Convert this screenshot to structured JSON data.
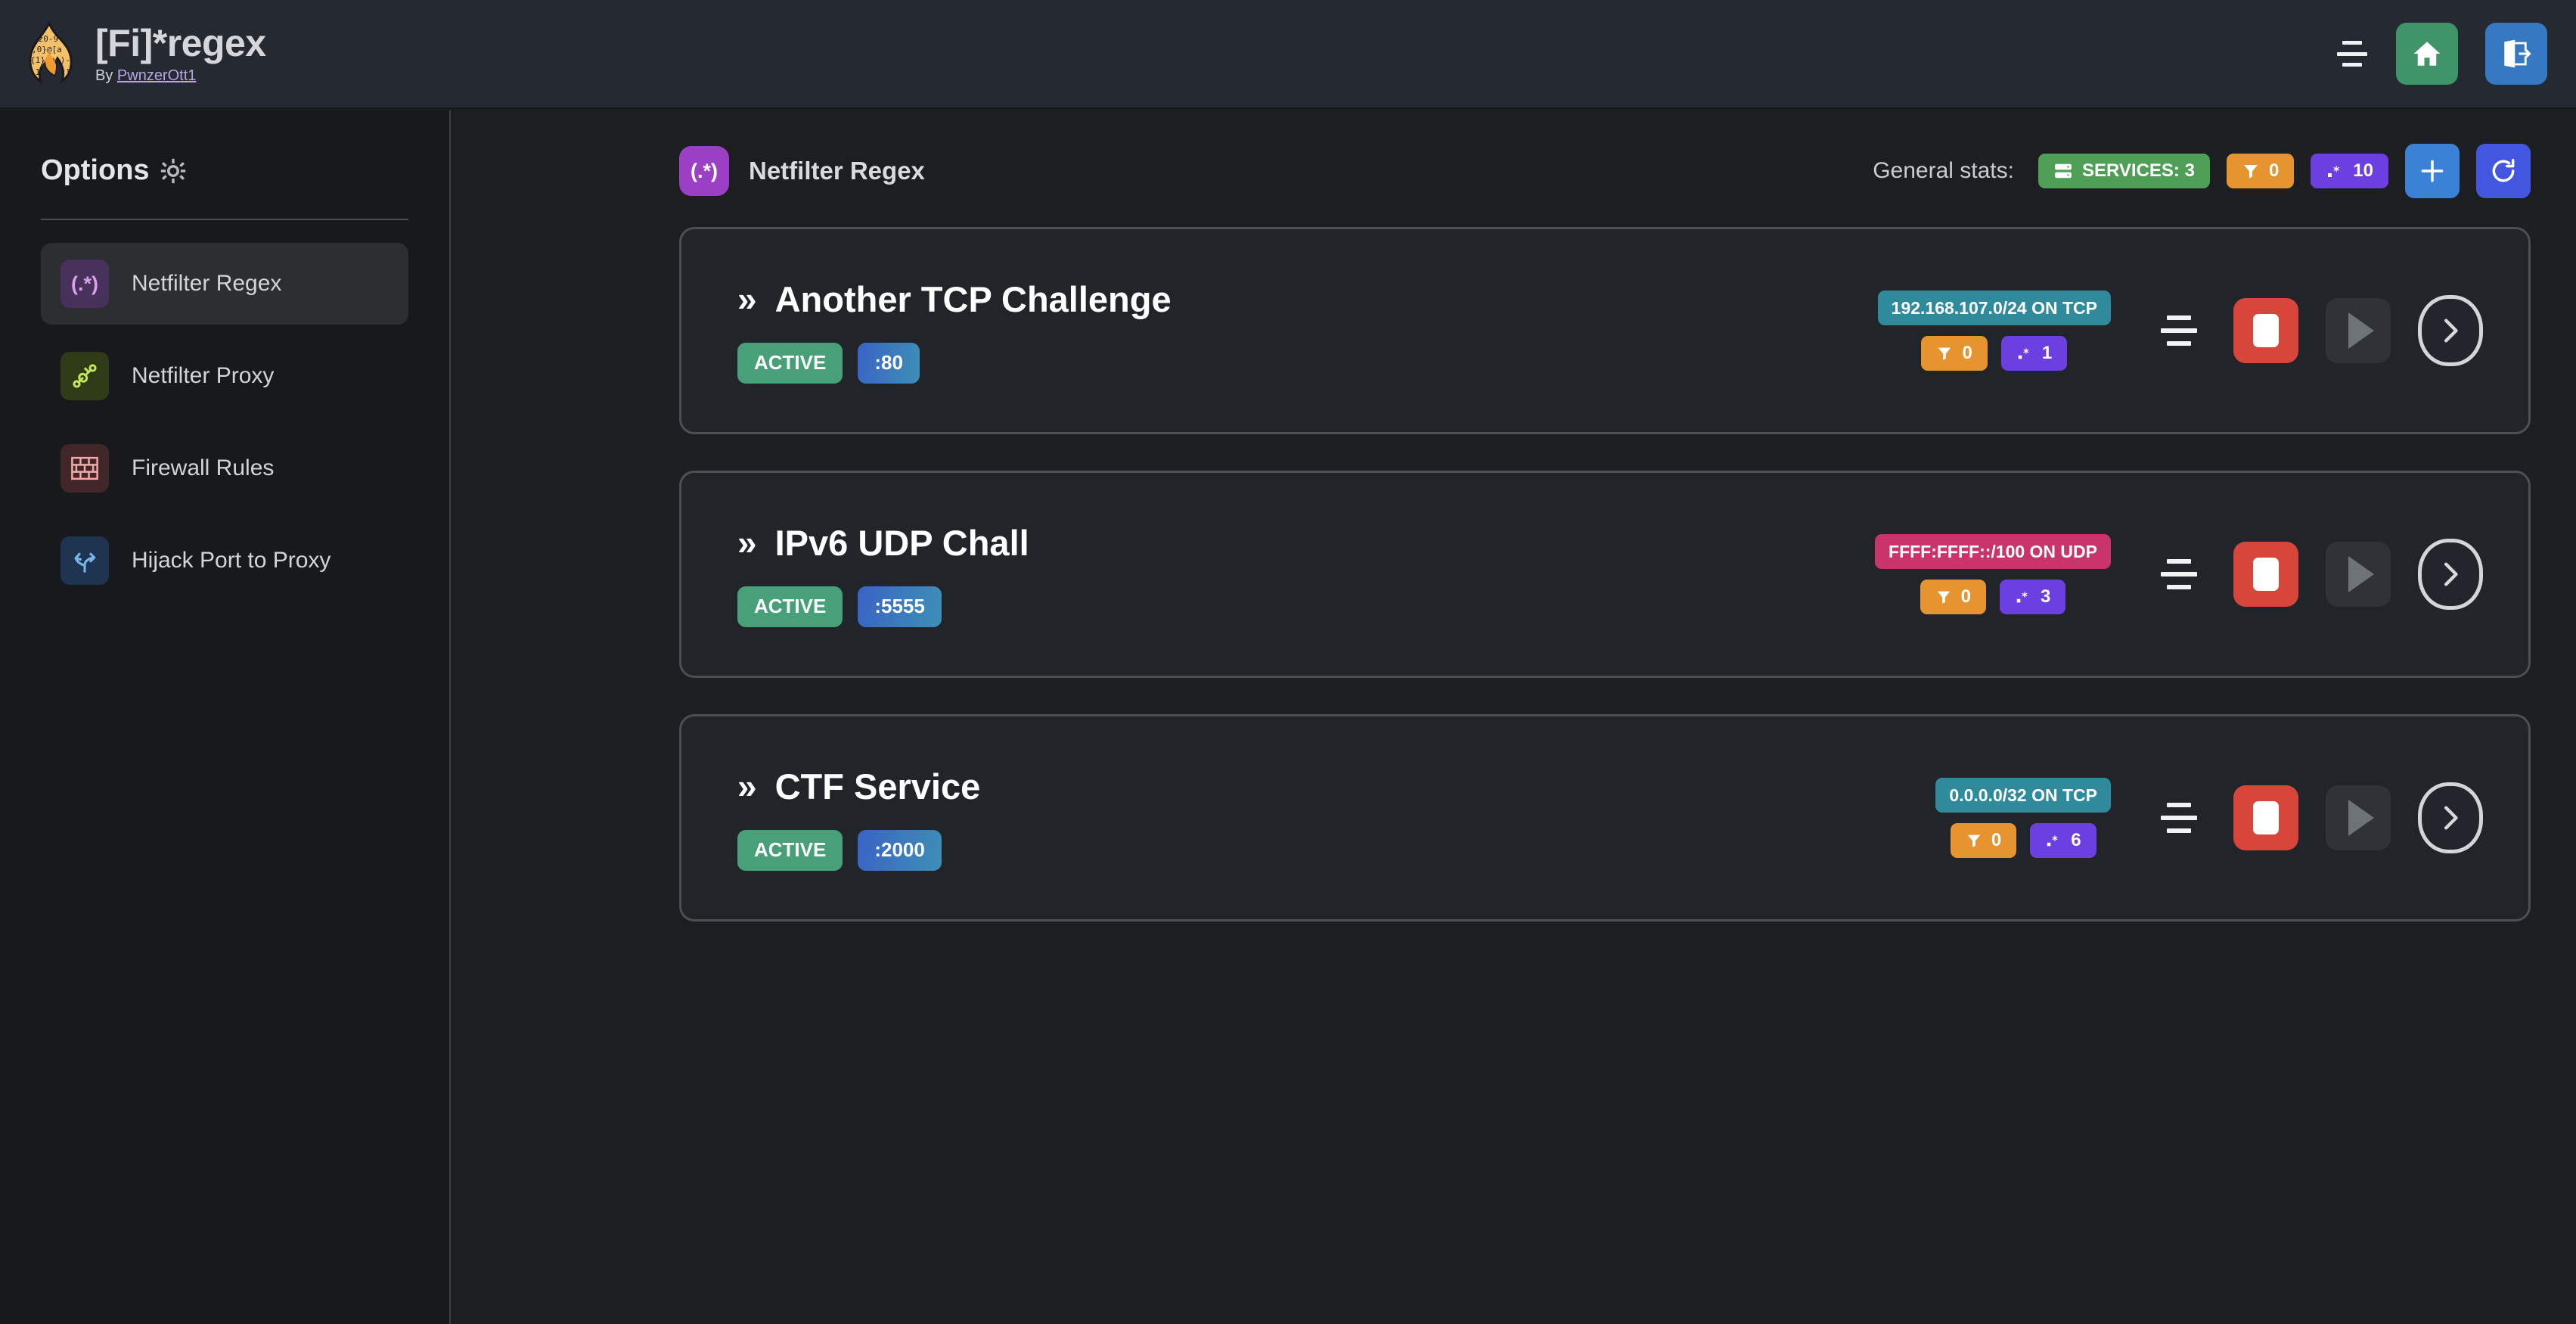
{
  "header": {
    "logo_icon": "flame-regex-logo",
    "title": "[Fi]*regex",
    "by_prefix": "By ",
    "author": "PwnzerOtt1",
    "menu_icon": "hamburger-icon",
    "home_icon": "home-icon",
    "logout_icon": "logout-icon"
  },
  "sidebar": {
    "heading": "Options",
    "heading_icon": "gear-icon",
    "items": [
      {
        "label": "Netfilter Regex",
        "icon": "regex-icon",
        "glyph": "(.*)",
        "active": true
      },
      {
        "label": "Netfilter Proxy",
        "icon": "plug-connect-icon",
        "glyph": "",
        "active": false
      },
      {
        "label": "Firewall Rules",
        "icon": "brick-wall-icon",
        "glyph": "",
        "active": false
      },
      {
        "label": "Hijack Port to Proxy",
        "icon": "route-fork-icon",
        "glyph": "",
        "active": false
      }
    ]
  },
  "main": {
    "page_icon": "regex-icon",
    "page_icon_glyph": "(.*)",
    "page_title": "Netfilter Regex",
    "stats_label": "General stats:",
    "stats": {
      "services_icon": "server-icon",
      "services_label": "SERVICES: 3",
      "filters_icon": "filter-icon",
      "filters_count": "0",
      "regex_icon": "regex-star-icon",
      "regex_count": "10",
      "add_icon": "plus-icon",
      "refresh_icon": "refresh-icon"
    },
    "services": [
      {
        "name": "Another TCP Challenge",
        "chevron": "»",
        "status": "ACTIVE",
        "port": ":80",
        "network": "192.168.107.0/24 ON TCP",
        "network_color": "teal",
        "filters_count": "0",
        "regex_count": "1",
        "menu_icon": "list-lines-icon",
        "stop_icon": "stop-icon",
        "play_icon": "play-icon",
        "details_icon": "chevron-right-icon"
      },
      {
        "name": "IPv6 UDP Chall",
        "chevron": "»",
        "status": "ACTIVE",
        "port": ":5555",
        "network": "FFFF:FFFF::/100 ON UDP",
        "network_color": "pink",
        "filters_count": "0",
        "regex_count": "3",
        "menu_icon": "list-lines-icon",
        "stop_icon": "stop-icon",
        "play_icon": "play-icon",
        "details_icon": "chevron-right-icon"
      },
      {
        "name": "CTF Service",
        "chevron": "»",
        "status": "ACTIVE",
        "port": ":2000",
        "network": "0.0.0.0/32 ON TCP",
        "network_color": "teal",
        "filters_count": "0",
        "regex_count": "6",
        "menu_icon": "list-lines-icon",
        "stop_icon": "stop-icon",
        "play_icon": "play-icon",
        "details_icon": "chevron-right-icon"
      }
    ]
  },
  "colors": {
    "accent_purple": "#9b3fc4",
    "status_green": "#47a077",
    "stop_red": "#d8453b",
    "badge_orange": "#e5942f",
    "badge_teal": "#2f8a9c",
    "badge_pink": "#c9356a"
  }
}
